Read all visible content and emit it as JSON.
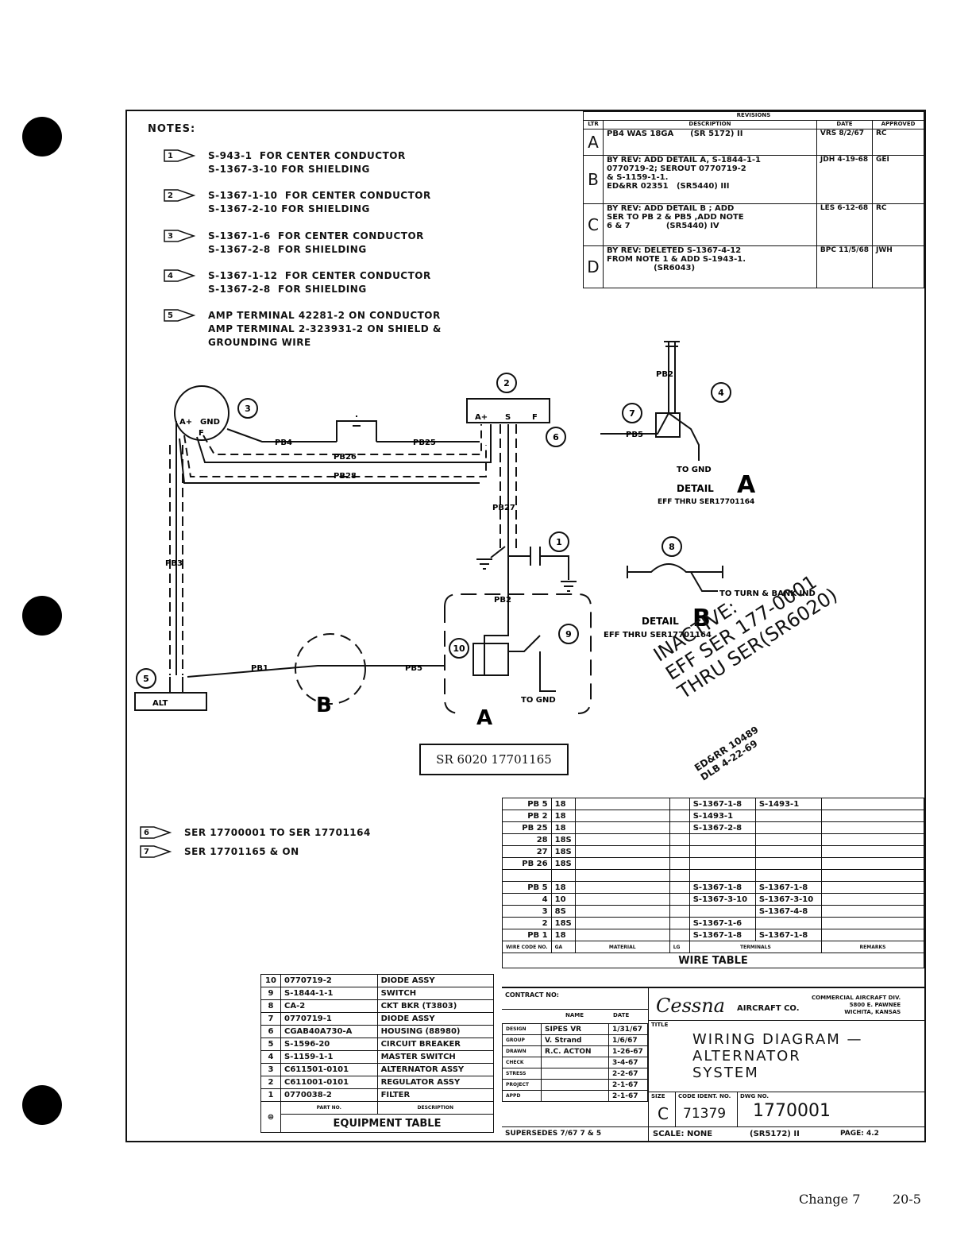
{
  "notes": {
    "title": "NOTES:",
    "items": [
      {
        "flag": "1",
        "lines": [
          "S-943-1  FOR CENTER CONDUCTOR",
          "S-1367-3-10 FOR SHIELDING"
        ]
      },
      {
        "flag": "2",
        "lines": [
          "S-1367-1-10  FOR CENTER CONDUCTOR",
          "S-1367-2-10 FOR SHIELDING"
        ]
      },
      {
        "flag": "3",
        "lines": [
          "S-1367-1-6  FOR CENTER CONDUCTOR",
          "S-1367-2-8  FOR SHIELDING"
        ]
      },
      {
        "flag": "4",
        "lines": [
          "S-1367-1-12  FOR CENTER CONDUCTOR",
          "S-1367-2-8  FOR SHIELDING"
        ]
      },
      {
        "flag": "5",
        "lines": [
          "AMP TERMINAL 42281-2 ON CONDUCTOR",
          "AMP TERMINAL 2-323931-2 ON SHIELD &",
          "GROUNDING WIRE"
        ]
      }
    ],
    "serial_notes": [
      {
        "flag": "6",
        "text": "SER 17700001 TO SER 17701164"
      },
      {
        "flag": "7",
        "text": "SER 17701165 & ON"
      }
    ]
  },
  "revisions": {
    "title": "REVISIONS",
    "headers": [
      "LTR",
      "DESCRIPTION",
      "DATE",
      "APPROVED"
    ],
    "rows": [
      {
        "ltr": "A",
        "desc": [
          "PB4 WAS 18GA      (SR 5172) II"
        ],
        "date": "VRS 8/2/67",
        "appr": "RC"
      },
      {
        "ltr": "B",
        "desc": [
          "BY REV: ADD DETAIL A, S-1844-1-1",
          "0770719-2; SEROUT 0770719-2",
          "& S-1159-1-1.",
          "ED&RR 02351   (SR5440) III"
        ],
        "date": "JDH 4-19-68",
        "appr": "GEI"
      },
      {
        "ltr": "C",
        "desc": [
          "BY REV: ADD DETAIL B ; ADD",
          "SER TO PB 2 & PB5 ,ADD NOTE",
          "6 & 7             (SR5440) IV"
        ],
        "date": "LES 6-12-68",
        "appr": "RC"
      },
      {
        "ltr": "D",
        "desc": [
          "BY REV: DELETED S-1367-4-12",
          "FROM NOTE 1 & ADD S-1943-1.",
          "                 (SR6043)"
        ],
        "date": "BPC 11/5/68",
        "appr": "JWH"
      }
    ]
  },
  "diagram": {
    "callouts": [
      "1",
      "2",
      "3",
      "4",
      "5",
      "6",
      "7",
      "8",
      "9",
      "10"
    ],
    "wires": {
      "pb4": "PB4",
      "pb25": "PB25",
      "pb26": "PB26",
      "pb28": "PB28",
      "pb27": "PB27",
      "pb3": "PB3",
      "pb1": "PB1",
      "pb5": "PB5",
      "pb2": "PB2"
    },
    "regulator_terms": [
      "A+",
      "S",
      "F"
    ],
    "alt_terms": [
      "A+",
      "GND",
      "F"
    ],
    "alt_label": "ALT",
    "to_gnd": "TO GND",
    "to_turn_bank": "TO TURN & BANK IND",
    "detail_a": {
      "label": "DETAIL",
      "letter": "A",
      "eff": "EFF THRU SER17701164"
    },
    "detail_b": {
      "label": "DETAIL",
      "letter": "B",
      "eff": "EFF THRU SER17701164"
    },
    "ref_a": "A",
    "ref_b": "B",
    "sr_box": "SR 6020 17701165",
    "inactive_stamp": "INACTIVE:\nEFF SER 177-0001\nTHRU SER(SR6020)",
    "stamp_sub": "ED&RR 10489\nDLB 4-22-69"
  },
  "wire_table": {
    "title": "WIRE TABLE",
    "headers": [
      "WIRE CODE NO.",
      "GA",
      "MATERIAL",
      "LG",
      "TERMINALS",
      "",
      "REMARKS"
    ],
    "rows": [
      [
        "PB 5",
        "18",
        "",
        "",
        "S-1367-1-8",
        "S-1493-1",
        ""
      ],
      [
        "PB 2",
        "18",
        "",
        "",
        "S-1493-1",
        "",
        ""
      ],
      [
        "PB 25",
        "18",
        "",
        "",
        "S-1367-2-8",
        "",
        ""
      ],
      [
        "28",
        "18S",
        "",
        "",
        "",
        "",
        ""
      ],
      [
        "27",
        "18S",
        "",
        "",
        "",
        "",
        ""
      ],
      [
        "PB 26",
        "18S",
        "",
        "",
        "",
        "",
        ""
      ],
      [
        "",
        "",
        "",
        "",
        "",
        "",
        ""
      ],
      [
        "PB 5",
        "18",
        "",
        "",
        "S-1367-1-8",
        "S-1367-1-8",
        ""
      ],
      [
        "4",
        "10",
        "",
        "",
        "S-1367-3-10",
        "S-1367-3-10",
        ""
      ],
      [
        "3",
        "8S",
        "",
        "",
        "",
        "S-1367-4-8",
        ""
      ],
      [
        "2",
        "18S",
        "",
        "",
        "S-1367-1-6",
        "",
        ""
      ],
      [
        "PB 1",
        "18",
        "",
        "",
        "S-1367-1-8",
        "S-1367-1-8",
        ""
      ]
    ]
  },
  "equipment_table": {
    "title": "EQUIPMENT TABLE",
    "headers": [
      "",
      "PART NO.",
      "DESCRIPTION"
    ],
    "rows": [
      [
        "10",
        "0770719-2",
        "DIODE ASSY"
      ],
      [
        "9",
        "S-1844-1-1",
        "SWITCH"
      ],
      [
        "8",
        "CA-2",
        "CKT BKR (T3803)"
      ],
      [
        "7",
        "0770719-1",
        "DIODE ASSY"
      ],
      [
        "6",
        "CGAB40A730-A",
        "HOUSING (88980)"
      ],
      [
        "5",
        "S-1596-20",
        "CIRCUIT BREAKER"
      ],
      [
        "4",
        "S-1159-1-1",
        "MASTER SWITCH"
      ],
      [
        "3",
        "C611501-0101",
        "ALTERNATOR ASSY"
      ],
      [
        "2",
        "C611001-0101",
        "REGULATOR ASSY"
      ],
      [
        "1",
        "0770038-2",
        "FILTER"
      ]
    ]
  },
  "title_block": {
    "contract": "CONTRACT NO:",
    "name_hdr": "NAME",
    "date_hdr": "DATE",
    "sign_rows": [
      [
        "DESIGN",
        "SIPES VR",
        "1/31/67"
      ],
      [
        "GROUP",
        "V. Strand",
        "1/6/67"
      ],
      [
        "DRAWN",
        "R.C. ACTON",
        "1-26-67"
      ],
      [
        "CHECK",
        "",
        "3-4-67"
      ],
      [
        "STRESS",
        "",
        "2-2-67"
      ],
      [
        "PROJECT",
        "",
        "2-1-67"
      ],
      [
        "APPD",
        "",
        "2-1-67"
      ]
    ],
    "company_logo": "Cessna",
    "company": "AIRCRAFT CO.",
    "division": "COMMERCIAL AIRCRAFT DIV.\n5800 E. PAWNEE\nWICHITA, KANSAS",
    "title_hdr": "TITLE",
    "title": "WIRING DIAGRAM —\nALTERNATOR\nSYSTEM",
    "size_hdr": "SIZE",
    "size": "C",
    "code_hdr": "CODE IDENT. NO.",
    "code": "71379",
    "dwg_hdr": "DWG NO.",
    "dwg": "1770001",
    "supersedes": "SUPERSEDES 7/67 7 & 5",
    "scale": "SCALE: NONE",
    "sr": "(SR5172) II",
    "page": "PAGE: 4.2"
  },
  "footer": {
    "change": "Change 7",
    "page": "20-5"
  }
}
